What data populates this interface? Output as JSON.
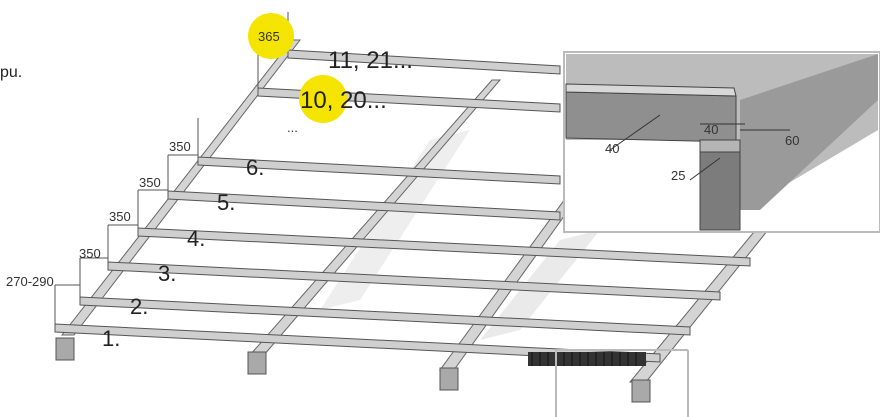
{
  "top_left_text": "pu.",
  "spacing_labels": {
    "first": "270-290",
    "s1": "350",
    "s2": "350",
    "s3": "350",
    "s4": "350",
    "top": "365"
  },
  "batten_labels": [
    "1.",
    "2.",
    "3.",
    "4.",
    "5.",
    "6."
  ],
  "ellipsis": "...",
  "highlight_labels": {
    "row10": "10, 20...",
    "row11": "11, 21..."
  },
  "detail": {
    "dim_40_top": "40",
    "dim_40_left": "40",
    "dim_60": "60",
    "dim_25": "25"
  },
  "colors": {
    "highlight": "#f5e400",
    "batten_fill": "#c9c9c9",
    "batten_stroke": "#555555",
    "detail_border": "#bbbbbb"
  }
}
